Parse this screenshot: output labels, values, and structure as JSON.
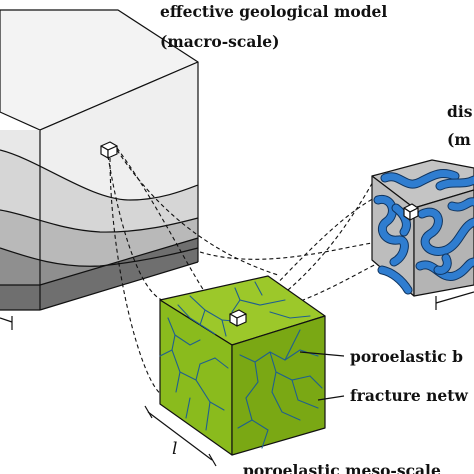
{
  "labels": {
    "macro_title_line1": "effective geological model",
    "macro_title_line2": "(macro-scale)",
    "micro_title_line1": "dis",
    "micro_title_line2": "(m",
    "poroelastic_label": "poroelastic b",
    "fracture_label": "fracture netw",
    "meso_label": "poroelastic meso-scale",
    "length_symbol": "l"
  },
  "colors": {
    "macro_top": "#f2f2f2",
    "macro_front_top": "#e6e6e6",
    "macro_front_mid": "#c9c9c9",
    "macro_front_low": "#9e9e9e",
    "macro_front_base": "#6e6e6e",
    "meso_top": "#9cc82a",
    "meso_front": "#86b41a",
    "meso_side": "#6e9812",
    "fracture_lines": "#1f5f8f",
    "micro_grain": "#bfbfbf",
    "micro_pore": "#2f7dd0"
  }
}
